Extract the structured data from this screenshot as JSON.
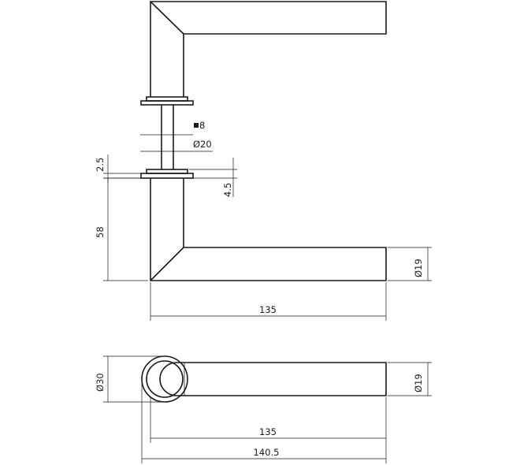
{
  "dimensions": {
    "square_spindle": "8",
    "rose_diameter_small": "Ø20",
    "rose_thickness": "2.5",
    "rose_offset": "4.5",
    "handle_height": "58",
    "handle_diameter_side": "Ø19",
    "handle_length_side": "135",
    "rose_diameter_top": "Ø30",
    "handle_diameter_top": "Ø19",
    "handle_length_top": "135",
    "overall_length_top": "140.5"
  },
  "colors": {
    "line": "#1a1a1a",
    "background": "#ffffff"
  }
}
